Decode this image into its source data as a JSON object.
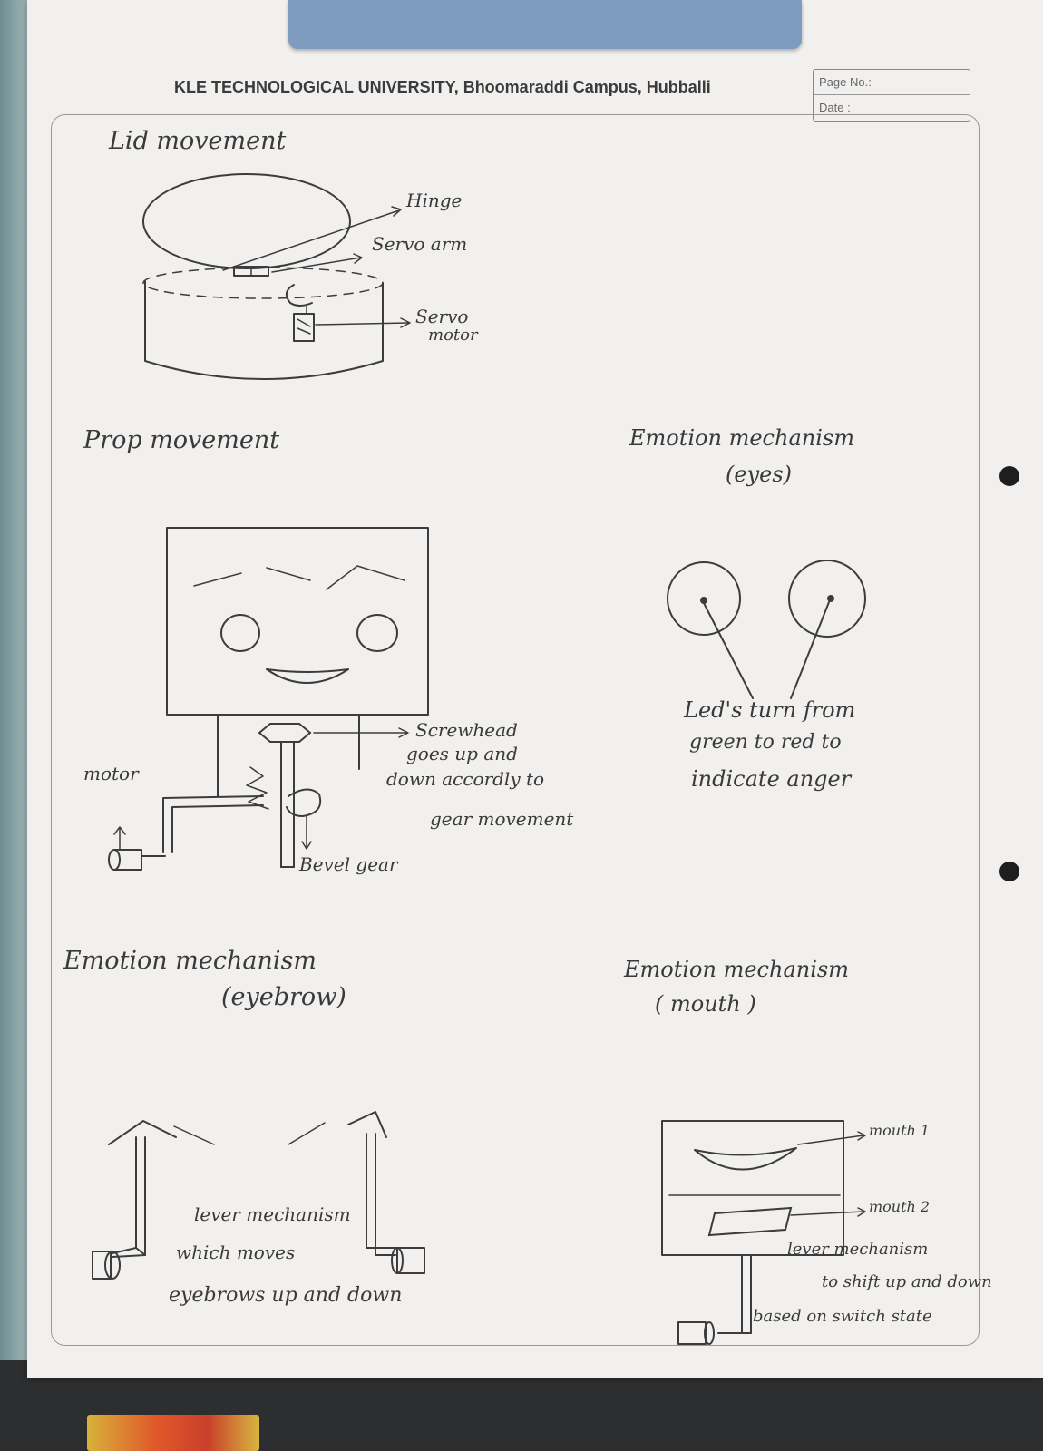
{
  "header": {
    "university": "KLE TECHNOLOGICAL UNIVERSITY, Bhoomaraddi Campus, Hubballi",
    "page_no_label": "Page No.:",
    "date_label": "Date :"
  },
  "lid": {
    "heading": "Lid movement",
    "hinge": "Hinge",
    "servo_arm": "Servo arm",
    "servo_motor_1": "Servo",
    "servo_motor_2": "motor"
  },
  "prop": {
    "heading": "Prop movement",
    "motor": "motor",
    "note_1": "Screwhead",
    "note_2": "goes up and",
    "note_3": "down accordly to",
    "note_4": "gear movement",
    "bevel": "Bevel gear"
  },
  "eyes": {
    "heading_1": "Emotion mechanism",
    "heading_2": "(eyes)",
    "note_1": "Led's turn from",
    "note_2": "green to red to",
    "note_3": "indicate anger"
  },
  "eyebrow": {
    "heading_1": "Emotion mechanism",
    "heading_2": "(eyebrow)",
    "note_1": "lever mechanism",
    "note_2": "which moves",
    "note_3": "eyebrows up and down"
  },
  "mouth": {
    "heading_1": "Emotion mechanism",
    "heading_2": "( mouth )",
    "mouth_1": "mouth 1",
    "mouth_2": "mouth 2",
    "note_1": "lever mechanism",
    "note_2": "to shift up and down",
    "note_3": "based on switch state"
  }
}
